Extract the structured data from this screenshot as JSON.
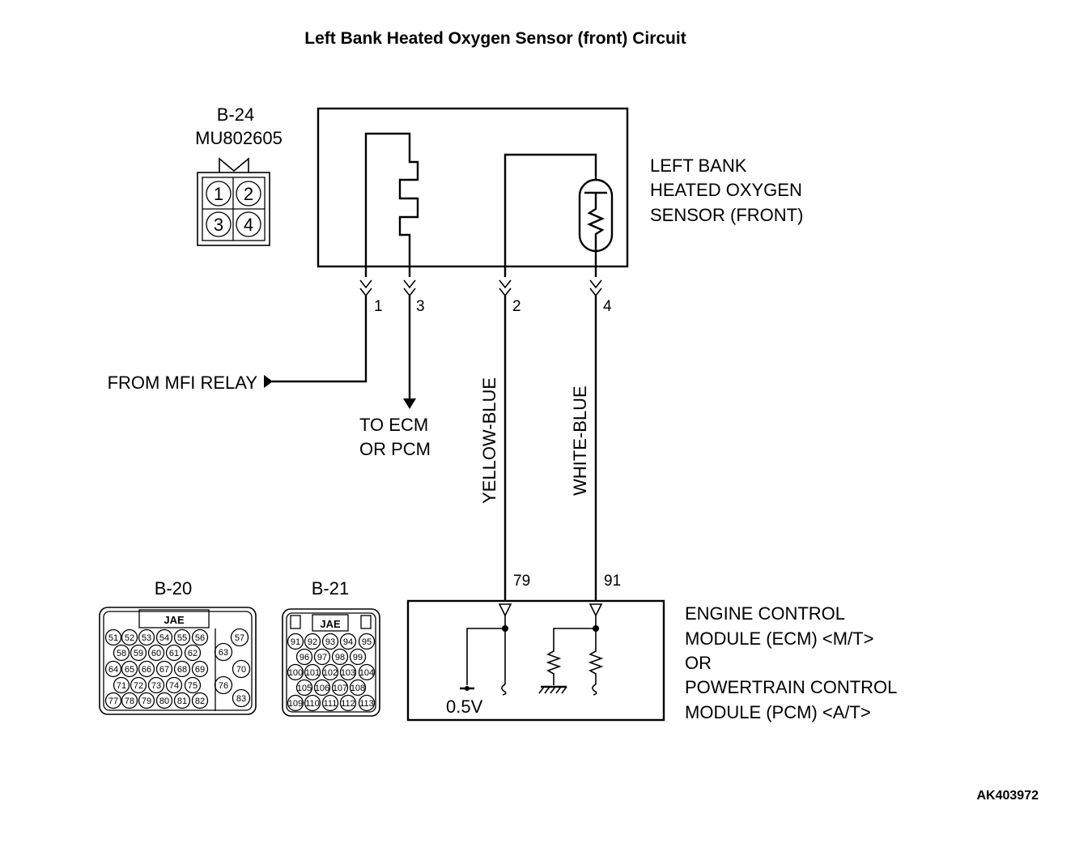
{
  "title": "Left Bank Heated Oxygen Sensor (front) Circuit",
  "document_code": "AK403972",
  "sensor_connector": {
    "id": "B-24",
    "part_number": "MU802605",
    "pins": [
      "1",
      "2",
      "3",
      "4"
    ]
  },
  "sensor": {
    "label_lines": [
      "LEFT BANK",
      "HEATED OXYGEN",
      "SENSOR (FRONT)"
    ]
  },
  "sensor_terminals": [
    "1",
    "3",
    "2",
    "4"
  ],
  "from_relay_label": "FROM MFI RELAY",
  "to_ecm_lines": [
    "TO ECM",
    "OR PCM"
  ],
  "wire_colors": {
    "pin2": "YELLOW-BLUE",
    "pin4": "WHITE-BLUE"
  },
  "ecm_terminals": [
    "79",
    "91"
  ],
  "ecm_voltage": "0.5V",
  "ecm": {
    "label_lines": [
      "ENGINE CONTROL",
      "MODULE (ECM) <M/T>",
      "OR",
      "POWERTRAIN CONTROL",
      "MODULE (PCM) <A/T>"
    ]
  },
  "connector_b20": {
    "id": "B-20",
    "maker": "JAE",
    "rows": [
      [
        "51",
        "52",
        "53",
        "54",
        "55",
        "56"
      ],
      [
        "58",
        "59",
        "60",
        "61",
        "62"
      ],
      [
        "64",
        "65",
        "66",
        "67",
        "68",
        "69"
      ],
      [
        "71",
        "72",
        "73",
        "74",
        "75"
      ],
      [
        "77",
        "78",
        "79",
        "80",
        "81",
        "82"
      ]
    ],
    "side": [
      "57",
      "63",
      "70",
      "76",
      "83"
    ]
  },
  "connector_b21": {
    "id": "B-21",
    "maker": "JAE",
    "rows": [
      [
        "91",
        "92",
        "93",
        "94",
        "95"
      ],
      [
        "96",
        "97",
        "98",
        "99"
      ],
      [
        "100",
        "101",
        "102",
        "103",
        "104"
      ],
      [
        "105",
        "106",
        "107",
        "108"
      ],
      [
        "109",
        "110",
        "111",
        "112",
        "113"
      ]
    ]
  }
}
